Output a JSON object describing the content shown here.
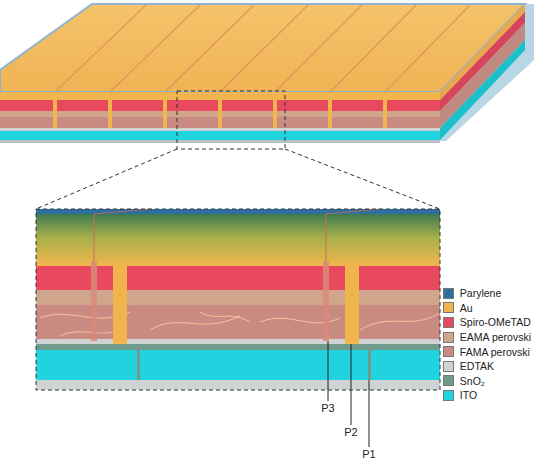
{
  "diagram": {
    "labels": [
      "P3",
      "P2",
      "P1"
    ],
    "legend": [
      {
        "text": "Parylene",
        "color": "#2f6f9f"
      },
      {
        "text": "Au",
        "color": "#f2b54e"
      },
      {
        "text": "Spiro-OMeTAD",
        "color": "#e8495e"
      },
      {
        "text": "EAMA perovski",
        "color": "#cfa58c"
      },
      {
        "text": "FAMA perovski",
        "color": "#c98a82"
      },
      {
        "text": "EDTAK",
        "color": "#cfd3d3"
      },
      {
        "text": "SnO₂",
        "color": "#6f9a8c"
      },
      {
        "text": "ITO",
        "color": "#21d3df"
      }
    ]
  }
}
